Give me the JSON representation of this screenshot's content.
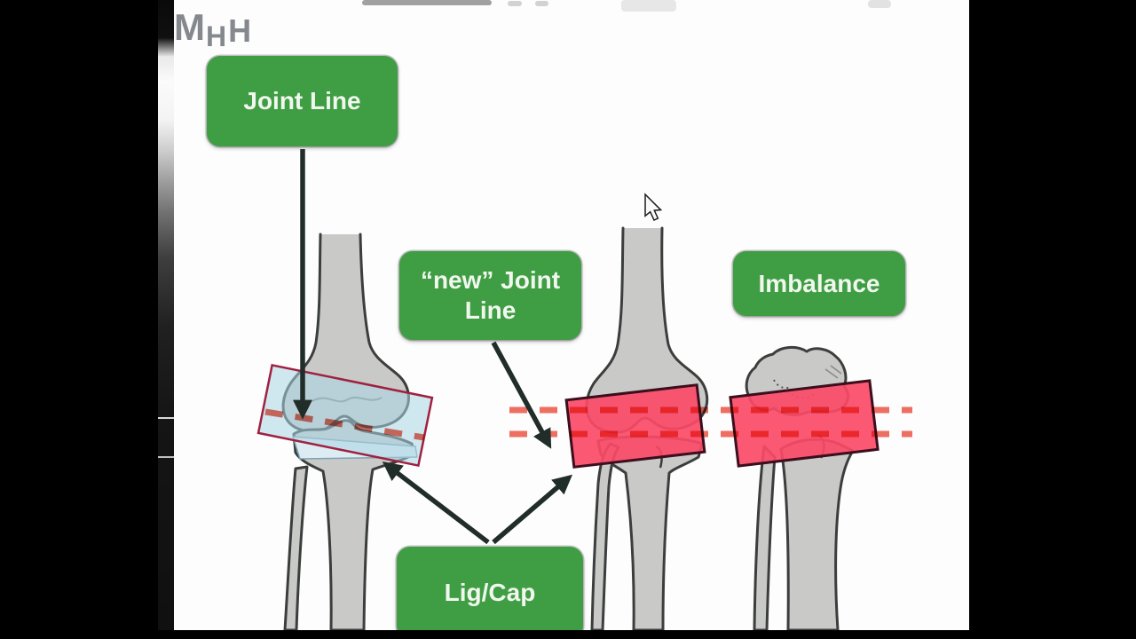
{
  "logo": {
    "g1": "M",
    "g2": "H",
    "g3": "H"
  },
  "labels": {
    "joint_line": "Joint Line",
    "new_joint_line": "“new” Joint\nLine",
    "imbalance": "Imbalance",
    "lig_cap": "Lig/Cap"
  },
  "icons": {
    "cursor": "arrow-pointer"
  },
  "colors": {
    "label_green": "#3f9e44",
    "label_text": "#f1f7ee",
    "overlay_pink": "#fb4a67",
    "overlay_pink_border": "#3c0e1e",
    "overlay_blue": "#a9d5e4",
    "overlay_blue_border": "#a02040",
    "dashed_line_red": "#ee6f61",
    "arrow_dark": "#212d28",
    "bone_gray": "#c9cac8",
    "bone_outline": "#3b3e3c",
    "logo_gray": "#85888d"
  }
}
